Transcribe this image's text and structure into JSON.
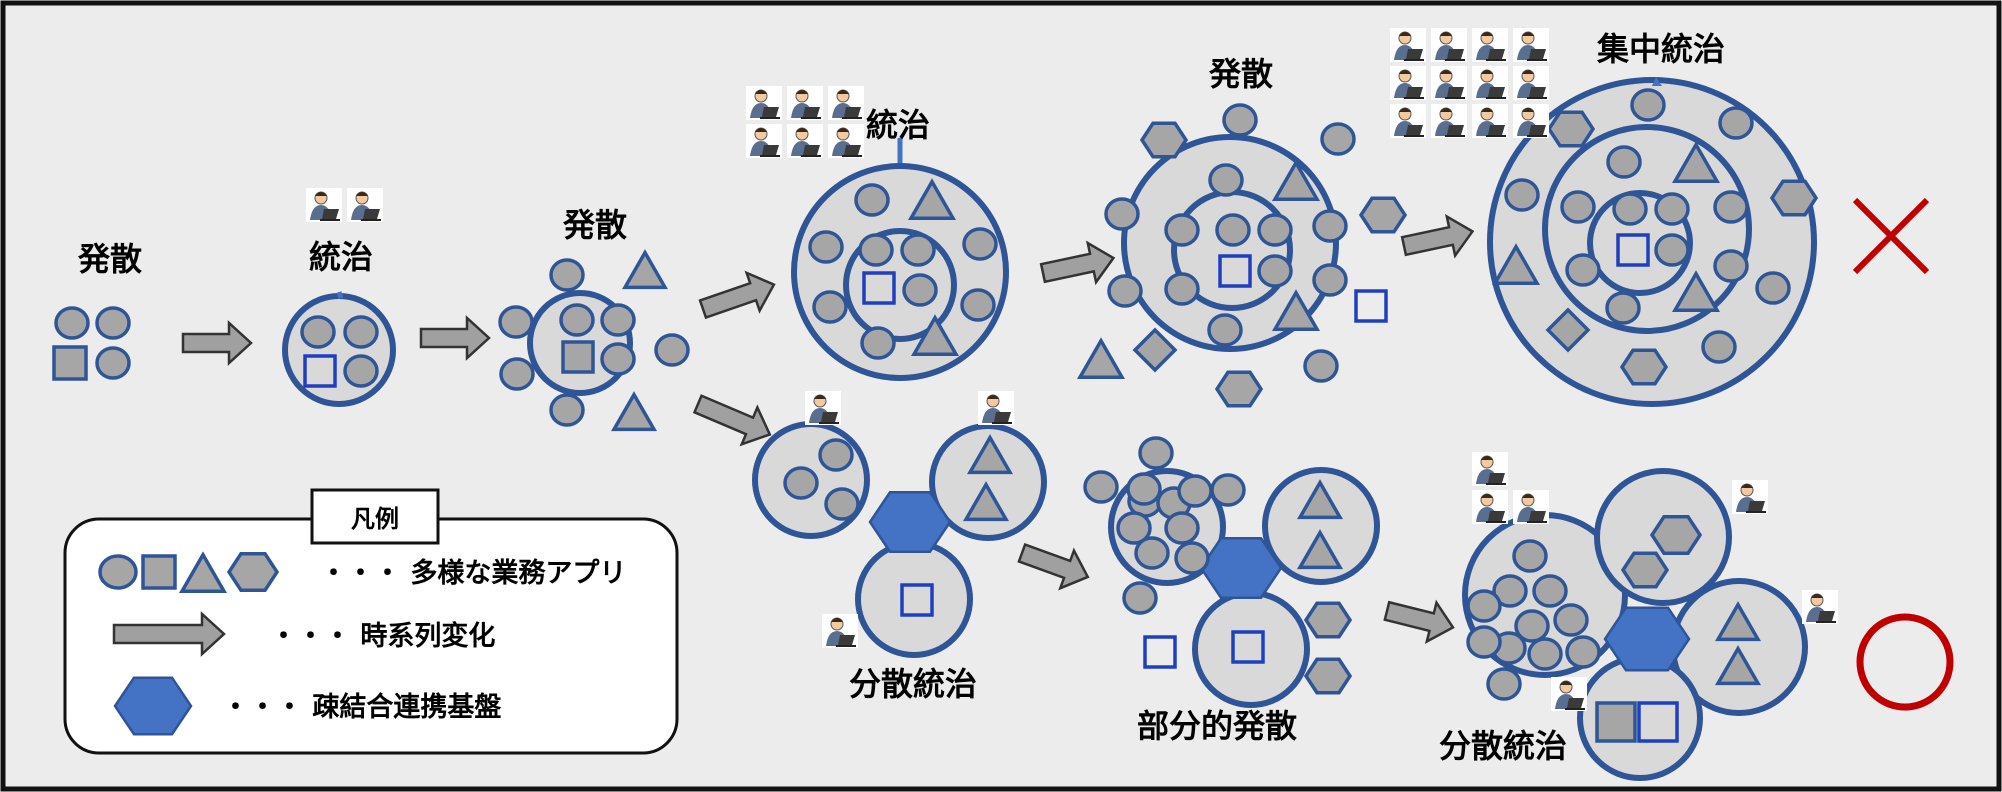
{
  "labels": {
    "stage1": "発散",
    "stage2": "統治",
    "stage3": "発散",
    "stage4": "統治",
    "stage5": "発散",
    "stage6": "集中統治",
    "lower1": "分散統治",
    "lower2": "部分的発散",
    "lower3": "分散統治"
  },
  "legend": {
    "title": "凡例",
    "apps": "・・・ 多様な業務アプリ",
    "change": "・・・ 時系列変化",
    "platform": "・・・ 疎結合連携基盤"
  },
  "verdicts": {
    "bad": "cross",
    "good": "circle"
  },
  "colors": {
    "outline": "#2f5597",
    "shape_fill": "#a6a6a6",
    "zone_fill": "#d9d9d9",
    "canvas": "#ececec",
    "square_stroke": "#1f3fbf",
    "platform": "#4472c4",
    "arrow": "#a0a0a0",
    "verdict": "#c00000"
  },
  "icons": {
    "app_shapes": [
      "circle",
      "square",
      "triangle",
      "hexagon"
    ],
    "operator": "person-at-laptop-icon"
  }
}
